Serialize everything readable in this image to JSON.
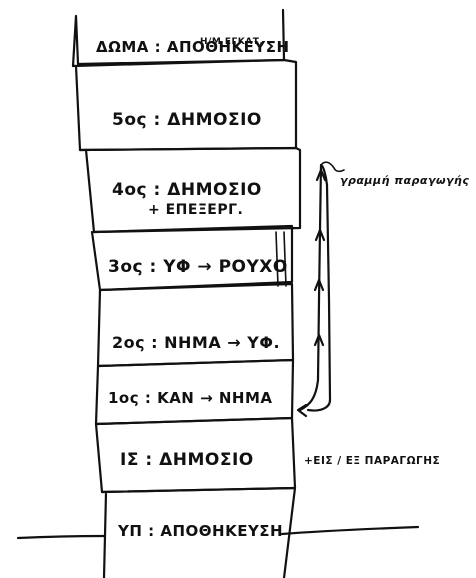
{
  "floors": [
    {
      "id": "roof",
      "label": "ΔΩΜΑ : ΑΠΟΘΗΚΕΥΣΗ",
      "sublabel": "Η/Μ ΕΓΚΑΤ."
    },
    {
      "id": "f5",
      "label": "5ος : ΔΗΜΟΣΙΟ"
    },
    {
      "id": "f4",
      "label": "4ος : ΔΗΜΟΣΙΟ",
      "sublabel": "+ ΕΠΕΞΕΡΓ."
    },
    {
      "id": "f3",
      "label": "3ος : ΥΦ → ΡΟΥΧΟ"
    },
    {
      "id": "f2",
      "label": "2ος : ΝΗΜΑ → ΥΦ."
    },
    {
      "id": "f1",
      "label": "1ος : ΚΑΝ → ΝΗΜΑ"
    },
    {
      "id": "ground",
      "label": "ΙΣ : ΔΗΜΟΣΙΟ"
    },
    {
      "id": "basement",
      "label": "ΥΠ : ΑΠΟΘΗΚΕΥΣΗ"
    }
  ],
  "annotations": {
    "production_line": "γραμμή παραγωγής",
    "ground_note": "+ΕΙΣ / ΕΞ ΠΑΡΑΓΩΓΗΣ"
  }
}
